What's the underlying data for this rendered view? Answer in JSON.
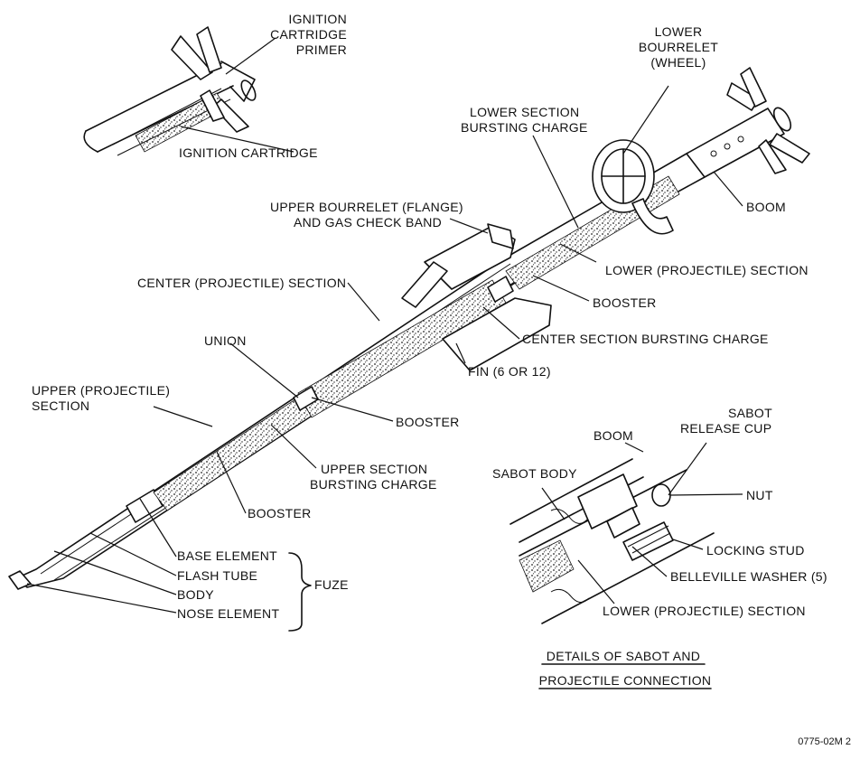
{
  "labels": {
    "ignition_cartridge_primer": [
      "IGNITION",
      "CARTRIDGE",
      "PRIMER"
    ],
    "ignition_cartridge": "IGNITION CARTRIDGE",
    "lower_bourrelet": [
      "LOWER",
      "BOURRELET",
      "(WHEEL)"
    ],
    "lower_section_bursting_charge": [
      "LOWER SECTION",
      "BURSTING CHARGE"
    ],
    "boom": "BOOM",
    "upper_bourrelet": [
      "UPPER BOURRELET (FLANGE)",
      "AND GAS CHECK BAND"
    ],
    "lower_projectile_section": "LOWER (PROJECTILE) SECTION",
    "center_projectile_section": "CENTER (PROJECTILE) SECTION",
    "booster_1": "BOOSTER",
    "center_section_bursting_charge": "CENTER SECTION BURSTING CHARGE",
    "union": "UNION",
    "fin": "FIN (6 OR 12)",
    "upper_projectile_section": [
      "UPPER (PROJECTILE)",
      "SECTION"
    ],
    "booster_2": "BOOSTER",
    "upper_section_bursting_charge": [
      "UPPER SECTION",
      "BURSTING CHARGE"
    ],
    "booster_3": "BOOSTER",
    "base_element": "BASE ELEMENT",
    "flash_tube": "FLASH TUBE",
    "body": "BODY",
    "nose_element": "NOSE ELEMENT",
    "fuze": "FUZE",
    "detail_boom": "BOOM",
    "sabot_release_cup": [
      "SABOT",
      "RELEASE CUP"
    ],
    "sabot_body": "SABOT BODY",
    "nut": "NUT",
    "locking_stud": "LOCKING STUD",
    "belleville_washer": "BELLEVILLE WASHER (5)",
    "detail_lower_projectile_section": "LOWER (PROJECTILE) SECTION",
    "detail_title": [
      "DETAILS OF SABOT AND",
      "PROJECTILE CONNECTION"
    ],
    "figure_code": "0775-02M 2"
  }
}
